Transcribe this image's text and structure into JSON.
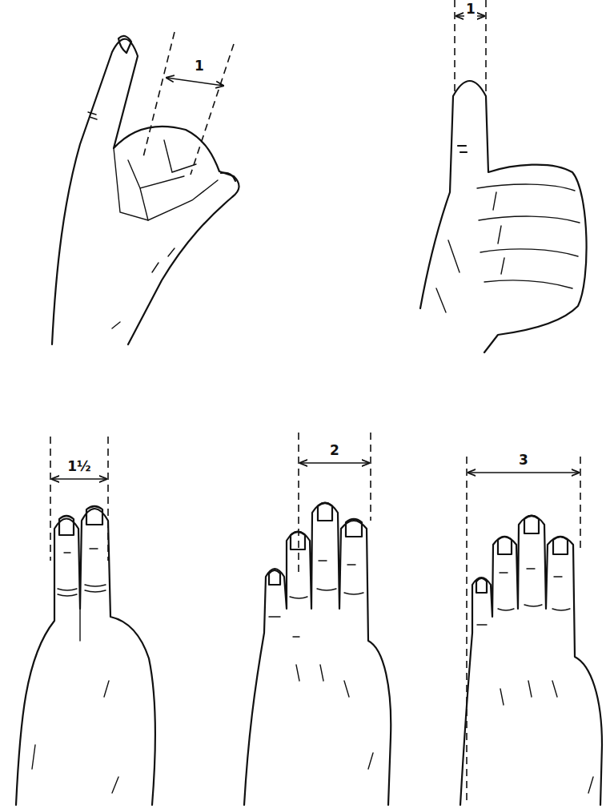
{
  "diagram": {
    "labels": [
      "1",
      "1",
      "1½",
      "2",
      "3"
    ]
  }
}
